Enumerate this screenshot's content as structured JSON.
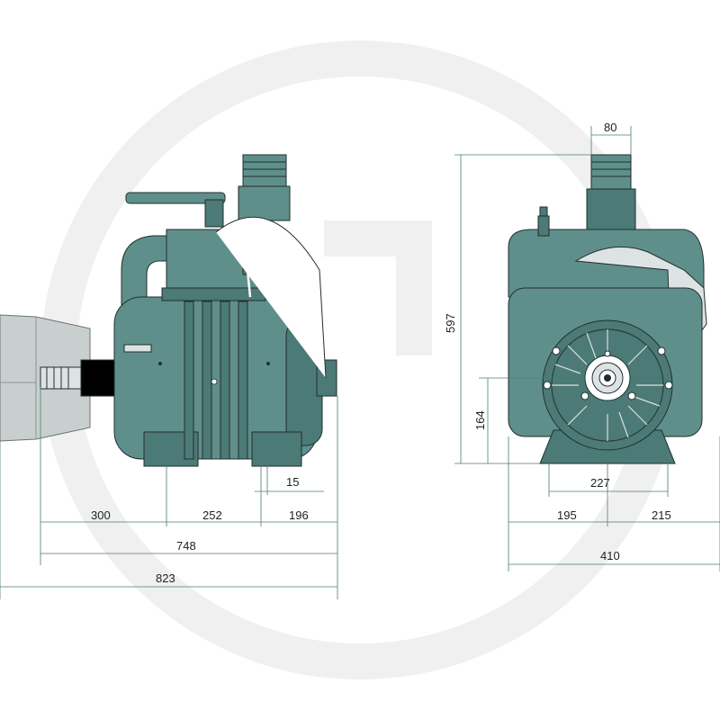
{
  "colors": {
    "pump_body": "#5f8f8b",
    "pump_dark": "#4c7a76",
    "dimension_line": "#4a7d72",
    "gearbox": "#c9cfce",
    "watermark": "#f0f0f0"
  },
  "side_view": {
    "dimensions": {
      "flange_offset": "15",
      "segment_a": "300",
      "segment_b": "252",
      "segment_c": "196",
      "length_without_gearbox": "748",
      "overall_length": "823"
    }
  },
  "front_view": {
    "dimensions": {
      "outlet_width": "80",
      "overall_height": "597",
      "shaft_height": "164",
      "foot_width": "227",
      "half_width_left": "195",
      "half_width_right": "215",
      "overall_width": "410"
    }
  }
}
